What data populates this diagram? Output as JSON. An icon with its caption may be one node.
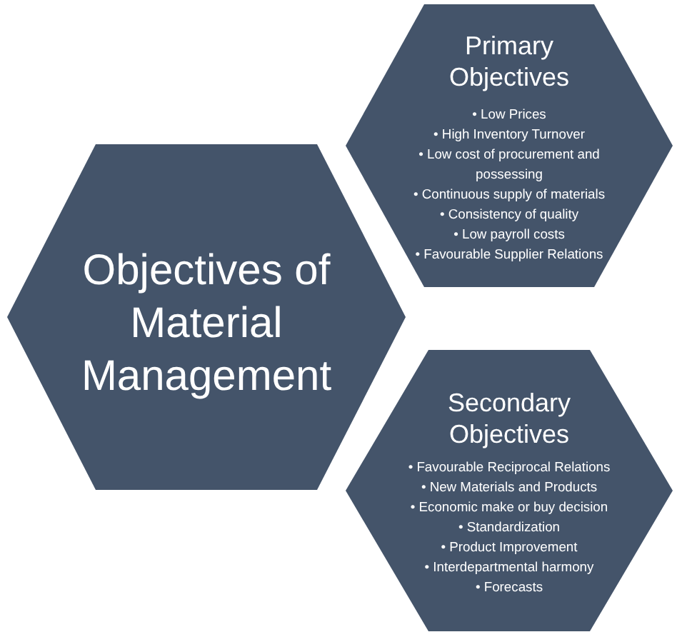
{
  "diagram": {
    "nodes": [
      {
        "text": [
          "Objectives of Material Management"
        ]
      },
      {
        "text": [
          "Primary Objectives",
          "• Low Prices",
          "• High Inventory Turnover",
          "• Low cost of procurement and possessing",
          "• Continuous supply of materials",
          "• Consistency of quality",
          "• Low payroll costs",
          "• Favourable Supplier Relations"
        ]
      },
      {
        "text": [
          "Secondary Objectives",
          "• Favourable Reciprocal Relations",
          "• New Materials and Products",
          "• Economic make or buy decision",
          "• Standardization",
          "• Product Improvement",
          "• Interdepartmental harmony",
          "• Forecasts"
        ]
      }
    ]
  }
}
